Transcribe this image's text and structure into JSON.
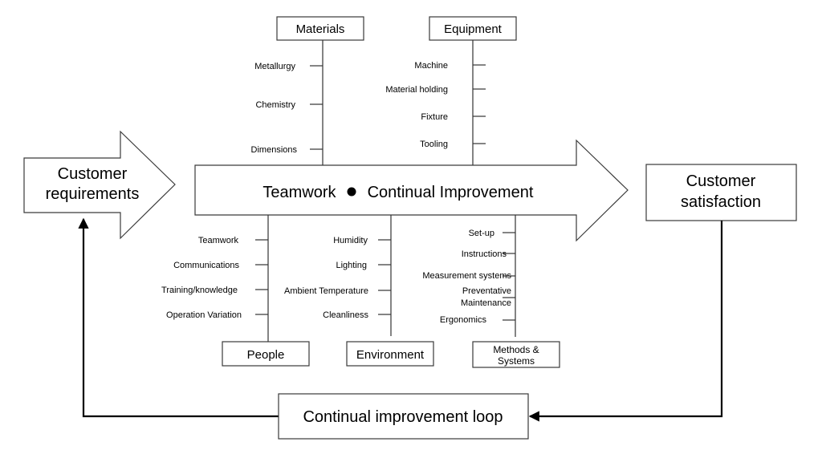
{
  "center_arrow": {
    "label_left": "Teamwork",
    "label_right": "Continual Improvement"
  },
  "left_arrow": {
    "line1": "Customer",
    "line2": "requirements"
  },
  "right_box": {
    "line1": "Customer",
    "line2": "satisfaction"
  },
  "loop_box": {
    "label": "Continual improvement loop"
  },
  "categories": {
    "materials": {
      "label": "Materials",
      "causes": [
        "Metallurgy",
        "Chemistry",
        "Dimensions"
      ]
    },
    "equipment": {
      "label": "Equipment",
      "causes": [
        "Machine",
        "Material holding",
        "Fixture",
        "Tooling"
      ]
    },
    "people": {
      "label": "People",
      "causes": [
        "Teamwork",
        "Communications",
        "Training/knowledge",
        "Operation Variation"
      ]
    },
    "environment": {
      "label": "Environment",
      "causes": [
        "Humidity",
        "Lighting",
        "Ambient Temperature",
        "Cleanliness"
      ]
    },
    "methods": {
      "label_line1": "Methods &",
      "label_line2": "Systems",
      "causes": [
        "Set-up",
        "Instructions",
        "Measurement systems",
        "Preventative",
        "Maintenance",
        "Ergonomics"
      ]
    }
  }
}
